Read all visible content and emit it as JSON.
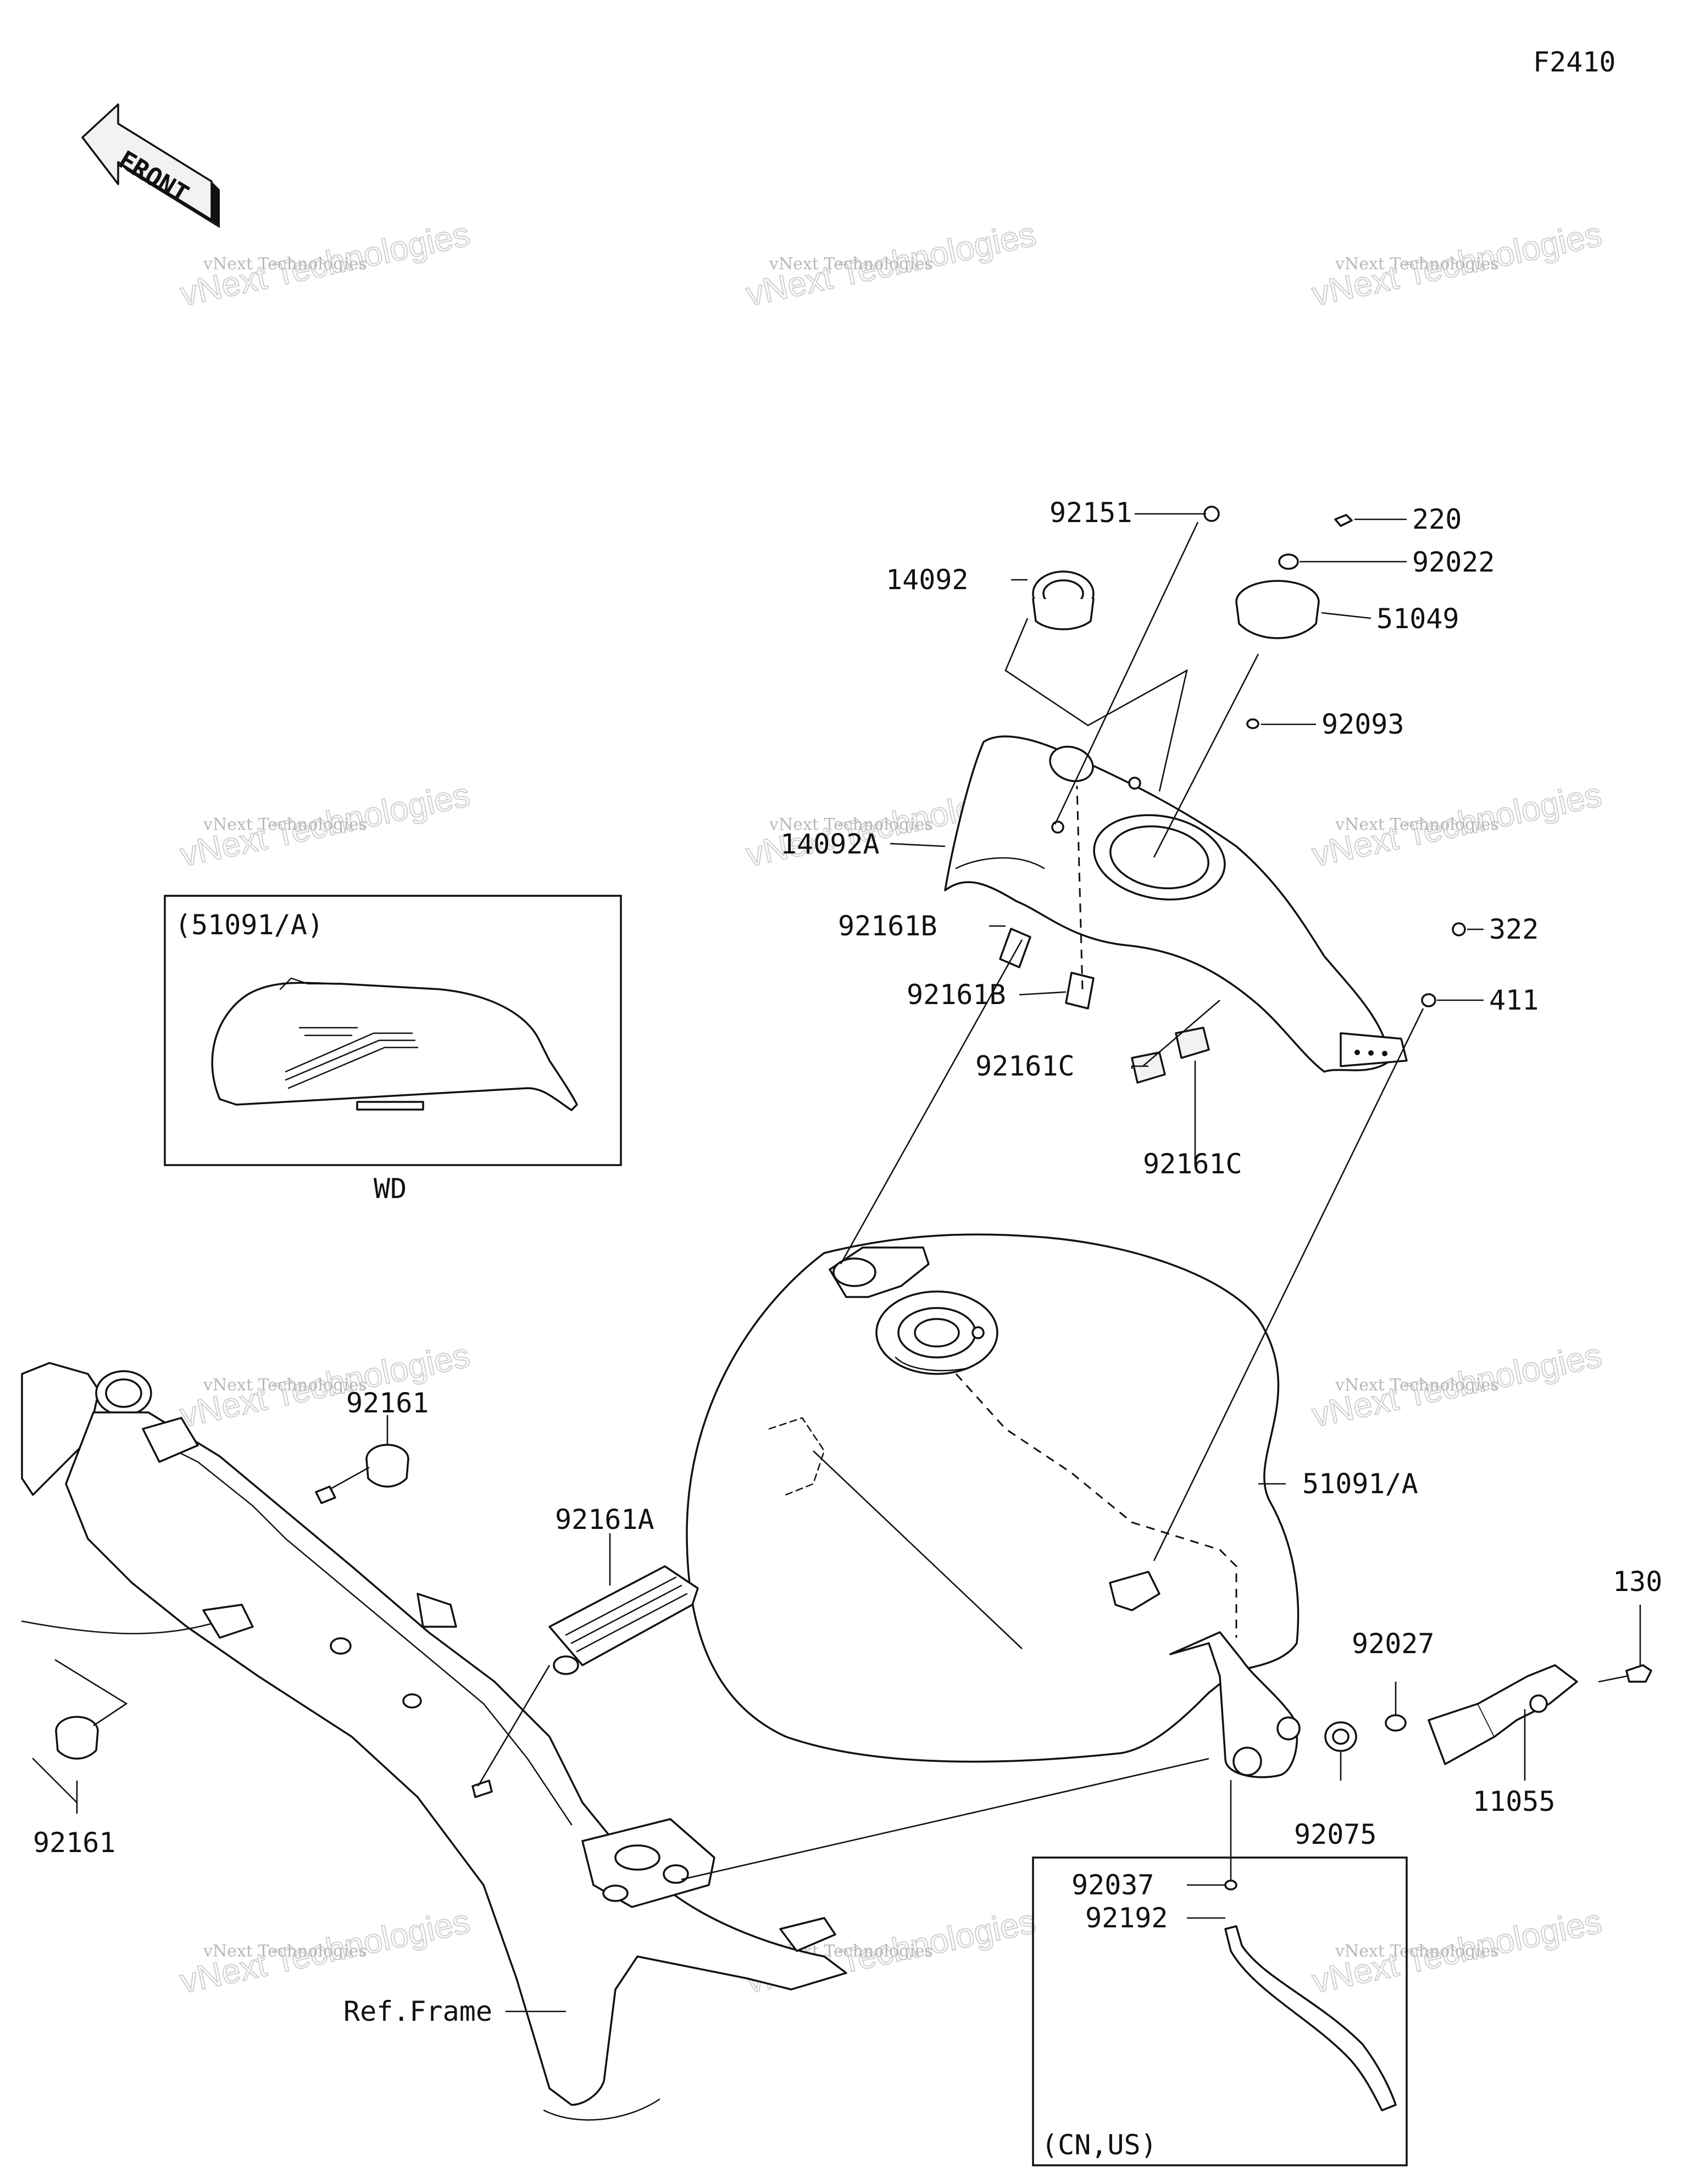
{
  "diagram": {
    "code": "F2410",
    "front_arrow_text": "FRONT",
    "watermark": {
      "line1": "vNext Technologies",
      "overlay": "vNext Technologies"
    },
    "callouts": {
      "p92151": "92151",
      "p14092": "14092",
      "p220": "220",
      "p92022": "92022",
      "p51049": "51049",
      "p92093": "92093",
      "p14092A": "14092A",
      "p92161B_1": "92161B",
      "p92161B_2": "92161B",
      "p322": "322",
      "p411": "411",
      "p92161C_1": "92161C",
      "p92161C_2": "92161C",
      "p51091A": "51091/A",
      "p92161_top": "92161",
      "p92161_bottom": "92161",
      "p92161A": "92161A",
      "p130": "130",
      "p92027": "92027",
      "p11055": "11055",
      "p92075": "92075",
      "p92037": "92037",
      "p92192": "92192",
      "ref_frame": "Ref.Frame"
    },
    "inset_wd": {
      "header": "(51091/A)",
      "caption": "WD"
    },
    "inset_cnus": {
      "caption": "(CN,US)"
    }
  }
}
